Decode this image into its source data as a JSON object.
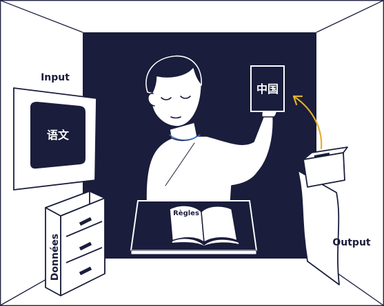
{
  "labels": {
    "input": "Input",
    "output": "Output",
    "data": "Données",
    "rules": "Règles",
    "input_card": "语文",
    "output_card": "中国"
  },
  "colors": {
    "navy": "#1a1d3b",
    "arrow": "#e0b12b",
    "white": "#ffffff"
  },
  "icons": {
    "person": "person-illustration",
    "book": "open-book-icon",
    "cabinet": "filing-cabinet-icon",
    "printer": "printer-icon",
    "screen": "input-screen-icon",
    "arrow": "curved-arrow-icon"
  }
}
